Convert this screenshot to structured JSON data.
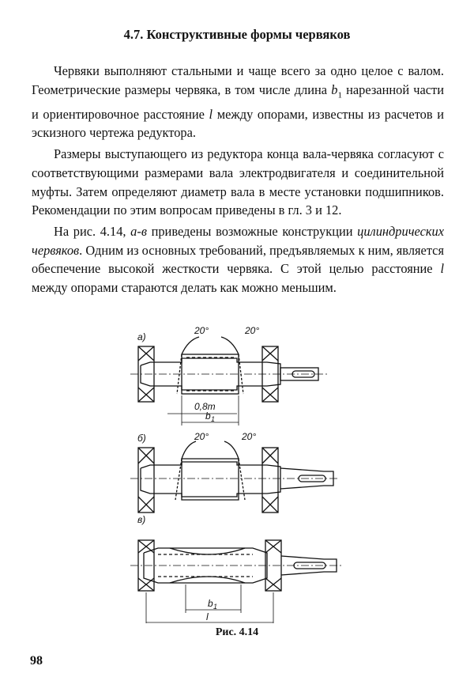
{
  "section_title": "4.7. Конструктивные формы червяков",
  "paragraphs": {
    "p1_a": "Червяки выполняют стальными и чаще всего за одно целое с валом. Геометрические размеры червяка, в том числе длина ",
    "p1_b1": "b",
    "p1_b1_sub": "1",
    "p1_c": " нарезанной части и ориентировочное расстояние ",
    "p1_l": "l",
    "p1_d": " между опорами, известны из расчетов и эскизного чертежа редуктора.",
    "p2": "Размеры выступающего из редуктора конца вала-червяка согласуют с соответствующими размерами вала электродвигателя и соединительной муфты. Затем определяют диаметр вала в месте установки подшипников. Рекомендации по этим вопросам приведены в гл. 3 и 12.",
    "p3_a": "На рис. 4.14, ",
    "p3_ref": "а-в",
    "p3_b": " приведены возможные конструкции ",
    "p3_italic": "цилиндрических червяков",
    "p3_c": ". Одним из основных требований, предъявляемых к ним, является обеспечение высокой жесткости червяка. С этой целью расстояние ",
    "p3_l": "l",
    "p3_d": " между опорами стараются делать как можно меньшим."
  },
  "figure": {
    "label_a": "а)",
    "label_b": "б)",
    "label_v": "в)",
    "angle": "20°",
    "dim_08m": "0,8m",
    "dim_b": "b",
    "dim_b_sub": "1",
    "dim_l": "l"
  },
  "caption": "Рис. 4.14",
  "page_number": "98"
}
